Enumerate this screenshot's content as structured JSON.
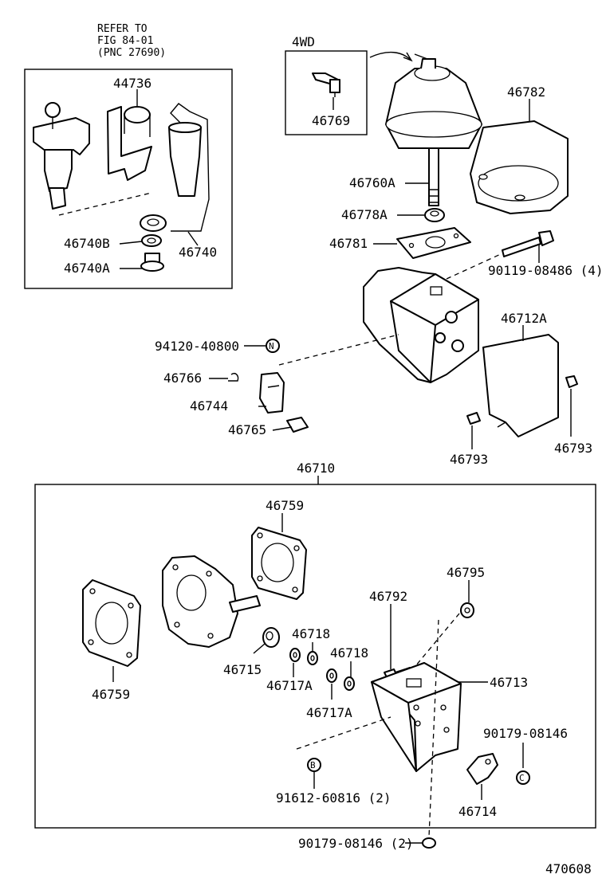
{
  "refer_note": {
    "line1": "REFER TO",
    "line2": "FIG 84-01",
    "line3": "(PNC 27690)"
  },
  "drive_tag": "4WD",
  "drawing_code": "470608",
  "symbols": {
    "n": "N",
    "b": "B",
    "c": "C"
  },
  "parts": {
    "p44736": "44736",
    "p46740b": "46740B",
    "p46740": "46740",
    "p46740a": "46740A",
    "p46769": "46769",
    "p46782": "46782",
    "p46760a": "46760A",
    "p46778a": "46778A",
    "p46781": "46781",
    "p90119": "90119-08486 (4)",
    "p94120": "94120-40800",
    "p46712a": "46712A",
    "p46766": "46766",
    "p46744": "46744",
    "p46765": "46765",
    "p46793_left": "46793",
    "p46793_right": "46793",
    "p46710": "46710",
    "p46759_top": "46759",
    "p46759_bottom": "46759",
    "p46795": "46795",
    "p46792": "46792",
    "p46718_a": "46718",
    "p46718_b": "46718",
    "p46715": "46715",
    "p46717a_a": "46717A",
    "p46717a_b": "46717A",
    "p46713": "46713",
    "p90179_single": "90179-08146",
    "p91612": "91612-60816 (2)",
    "p46714": "46714",
    "p90179_double": "90179-08146 (2)"
  }
}
